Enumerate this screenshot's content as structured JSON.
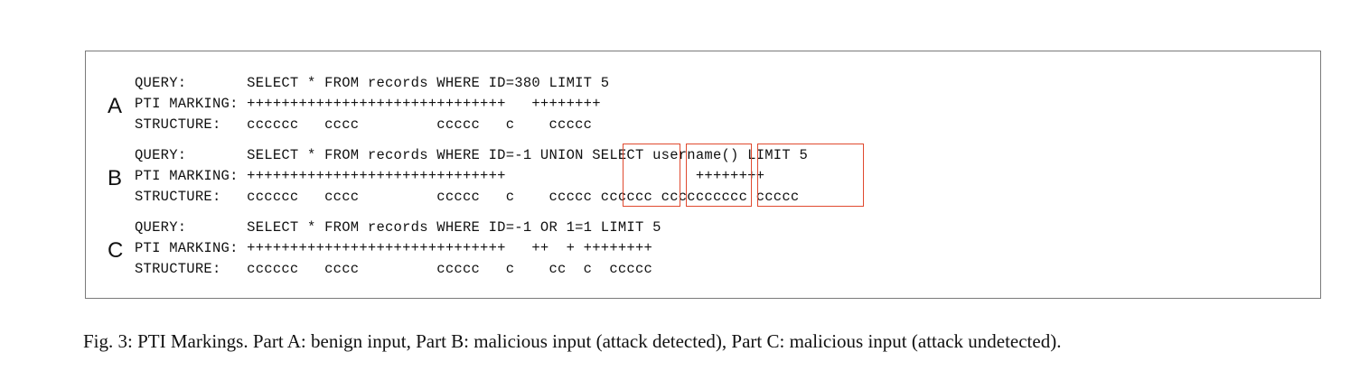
{
  "parts": [
    {
      "label": "A",
      "query": "QUERY:       SELECT * FROM records WHERE ID=380 LIMIT 5",
      "marking": "PTI MARKING: ++++++++++++++++++++++++++++++   ++++++++",
      "structure": "STRUCTURE:   cccccc   cccc         ccccc   c    ccccc"
    },
    {
      "label": "B",
      "query": "QUERY:       SELECT * FROM records WHERE ID=-1 UNION SELECT username() LIMIT 5",
      "marking": "PTI MARKING: ++++++++++++++++++++++++++++++                      ++++++++",
      "structure": "STRUCTURE:   cccccc   cccc         ccccc   c    ccccc cccccc cccccccccc ccccc"
    },
    {
      "label": "C",
      "query": "QUERY:       SELECT * FROM records WHERE ID=-1 OR 1=1 LIMIT 5",
      "marking": "PTI MARKING: ++++++++++++++++++++++++++++++   ++  + ++++++++",
      "structure": "STRUCTURE:   cccccc   cccc         ccccc   c    cc  c  ccccc"
    }
  ],
  "highlight_color": "#e04a2f",
  "caption": "Fig. 3: PTI Markings. Part A: benign input, Part B: malicious input (attack detected), Part C: malicious input (attack undetected)."
}
